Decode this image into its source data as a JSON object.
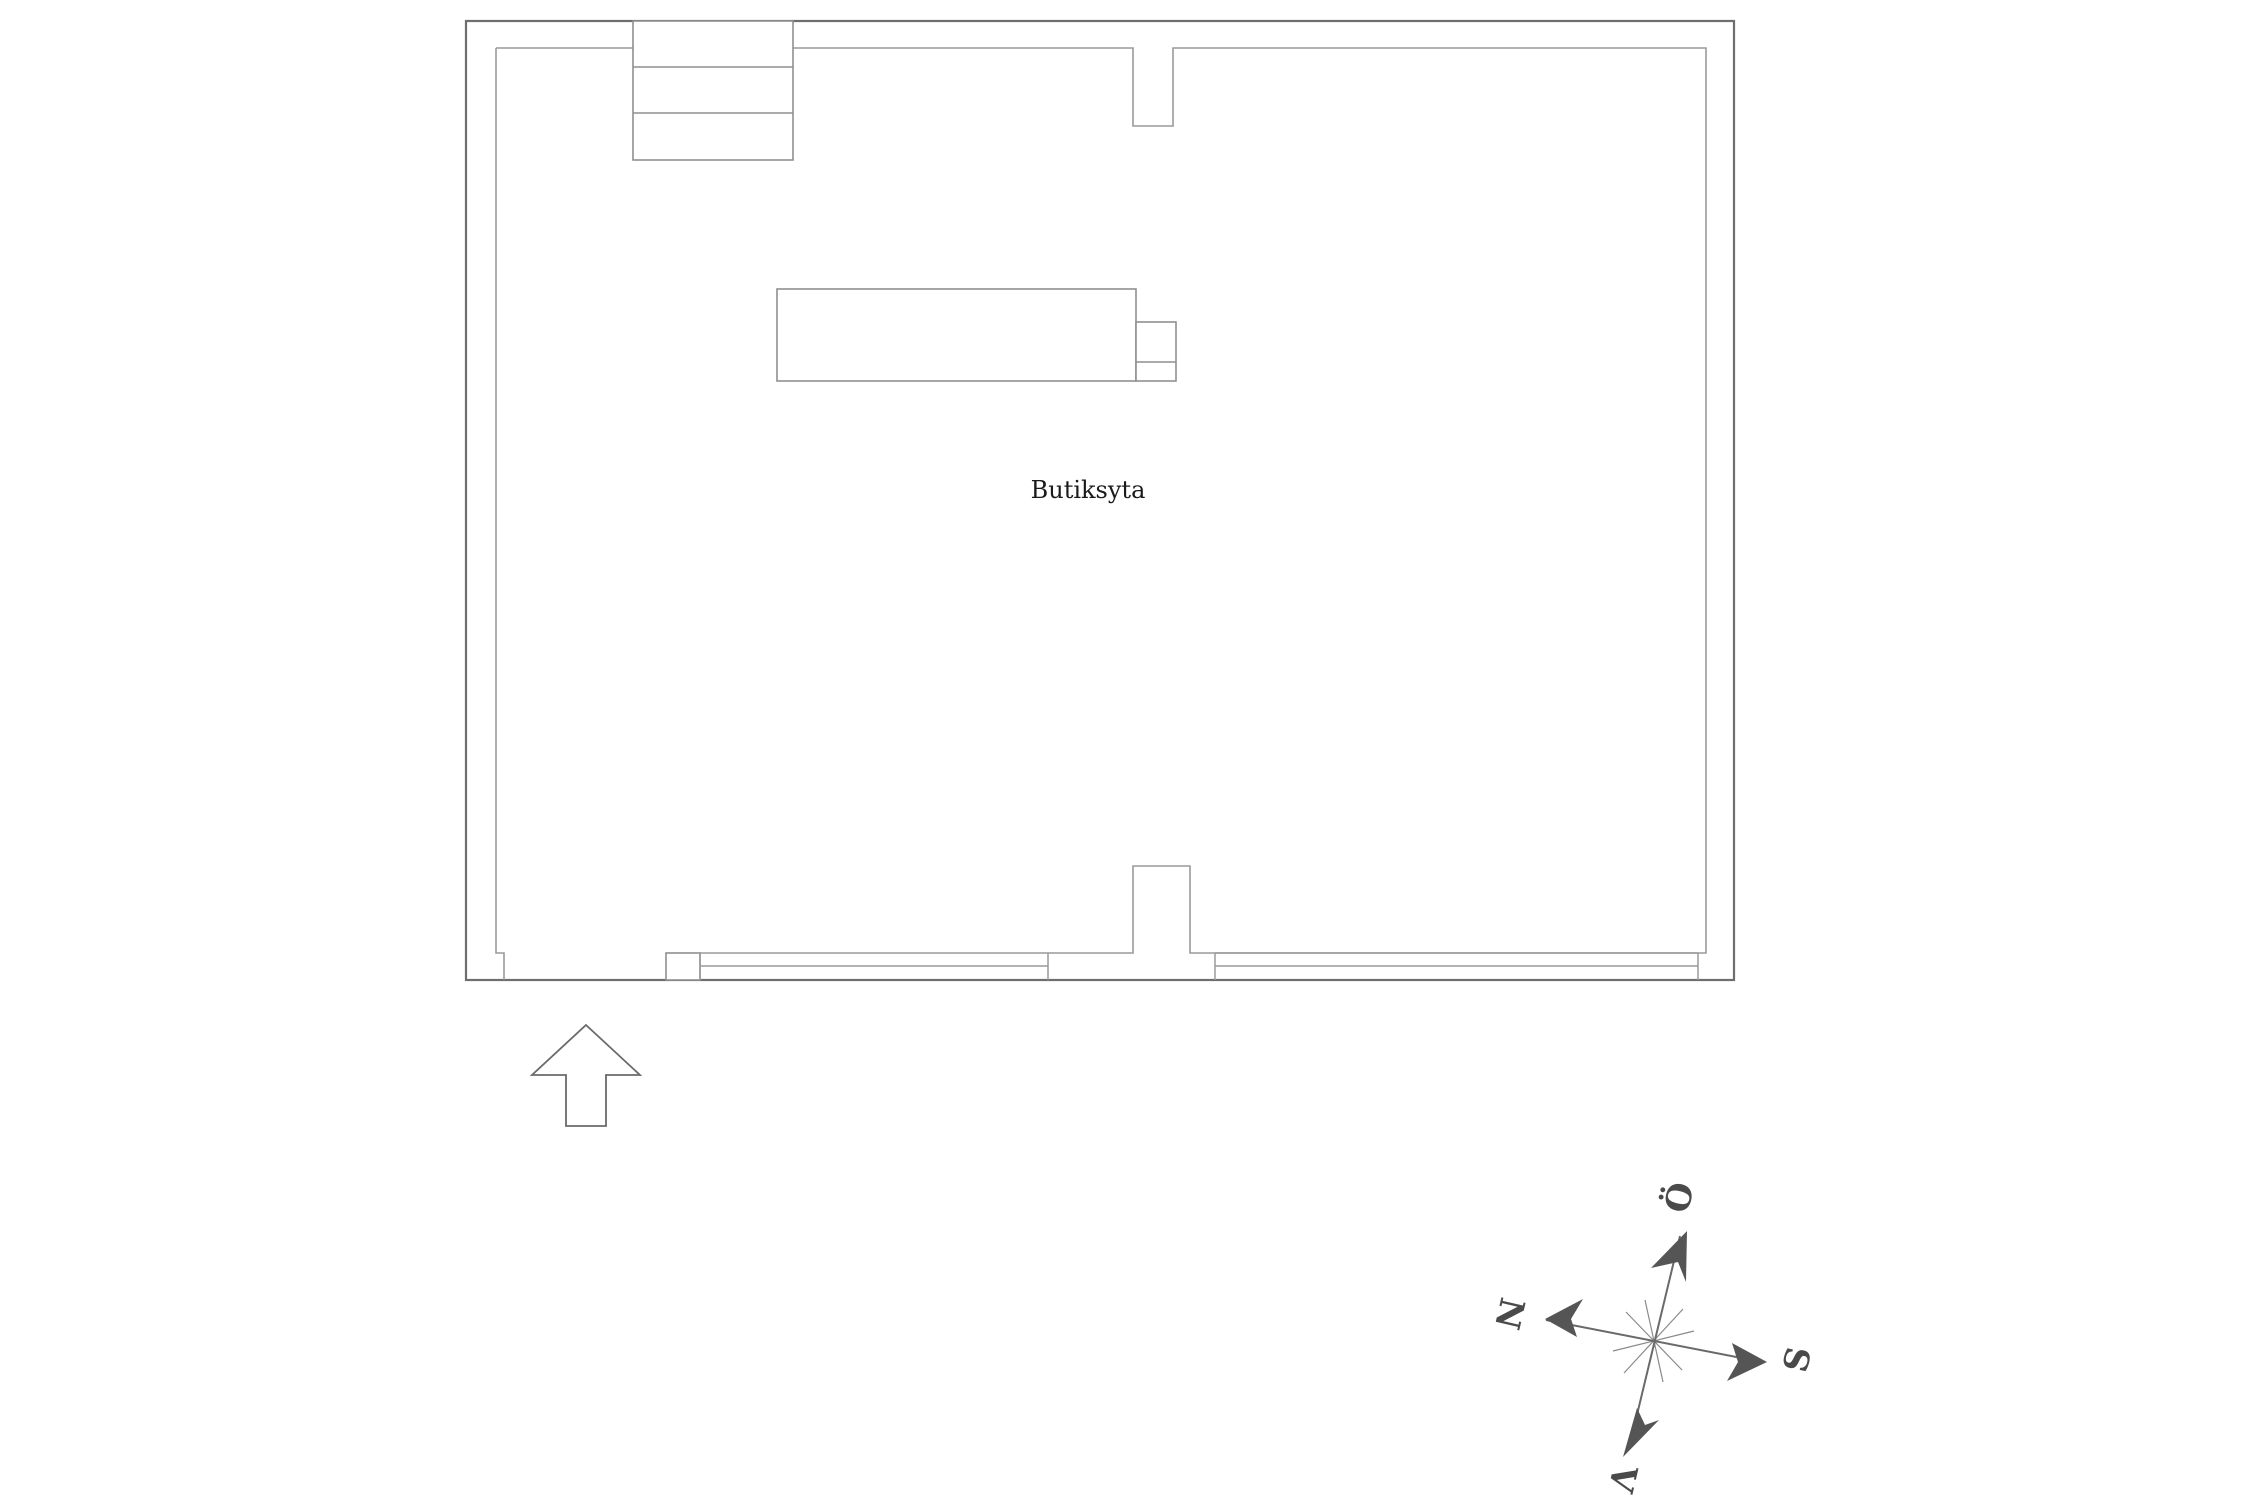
{
  "rooms": {
    "main": {
      "label": "Butiksyta"
    }
  },
  "compass": {
    "north": "N",
    "east": "Ö",
    "south": "S",
    "west": "V"
  },
  "colors": {
    "wall": "#6e6e6e",
    "compass": "#555555",
    "background": "#ffffff"
  }
}
